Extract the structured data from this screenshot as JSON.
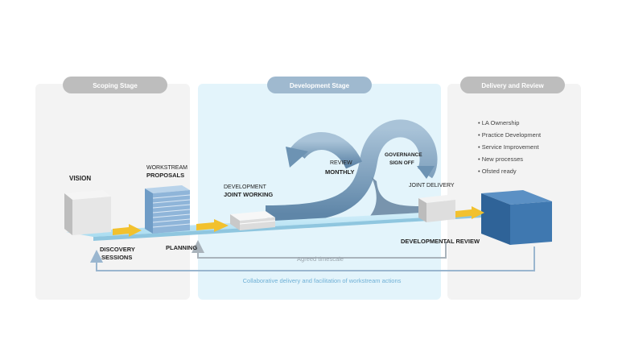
{
  "stages": {
    "scoping": "Scoping Stage",
    "development": "Development Stage",
    "delivery": "Delivery and Review"
  },
  "labels": {
    "vision": "VISION",
    "workstream": "WORKSTREAM",
    "proposals": "PROPOSALS",
    "discovery": "DISCOVERY",
    "sessions": "SESSIONS",
    "planning": "PLANNING",
    "development": "DEVELOPMENT",
    "joint_working": "JOINT WORKING",
    "review": "REVIEW",
    "monthly": "MONTHLY",
    "governance": "GOVERNANCE",
    "sign_off": "SIGN OFF",
    "joint_delivery": "JOINT DELIVERY",
    "developmental_review": "DEVELOPMENTAL REVIEW",
    "agreed_timescale": "Agreed timescale",
    "collaborative": "Collaborative delivery and facilitation of workstream actions"
  },
  "delivery_list": [
    "LA Ownership",
    "Practice Development",
    "Service Improvement",
    "New processes",
    "Ofsted ready"
  ],
  "colors": {
    "panel_grey": "#f3f3f3",
    "panel_blue": "#e3f4fb",
    "pill_grey": "#bdbdbd",
    "pill_blue": "#9fb9cf",
    "belt": "#bfe6f5",
    "arrow_yellow": "#f2c12e",
    "dark_block": "#3f78b0",
    "stack_blue": "#8fb5d9",
    "curl": "#7aa0bf",
    "line_grey": "#a9b3bb",
    "caption_blue": "#6fb0d6"
  }
}
